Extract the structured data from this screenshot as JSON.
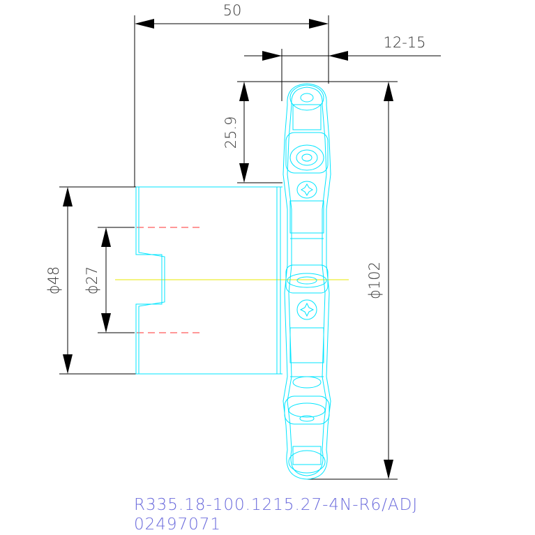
{
  "drawing": {
    "dimensions": {
      "width_top": "50",
      "screw_range": "12-15",
      "offset_height": "25.9",
      "diameter_48": "ϕ48",
      "diameter_27": "ϕ27",
      "diameter_102": "ϕ102"
    },
    "part_code": "R335.18-100.1215.27-4N-R6/ADJ",
    "article_number": "02497071",
    "colors": {
      "dimension": "#000000",
      "part_outline": "#00e5ff",
      "center_line": "#e8e800",
      "hidden_line": "#ff3030",
      "code_text": "#6b6bdc"
    }
  }
}
